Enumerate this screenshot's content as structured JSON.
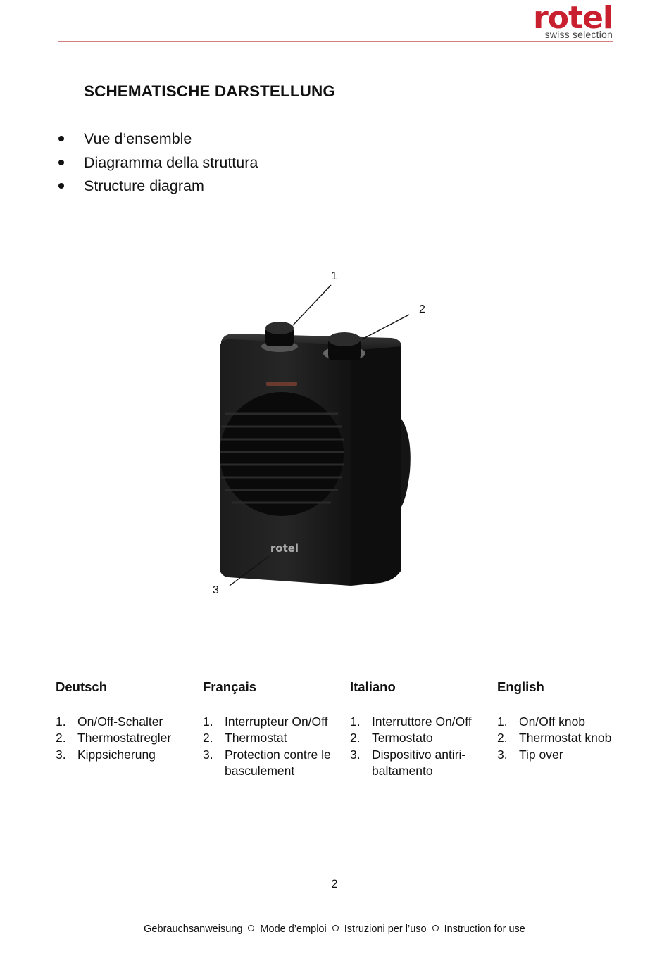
{
  "header": {
    "logo_word": "rotel",
    "logo_tagline": "swiss selection",
    "brand_color": "#c8202f"
  },
  "heading": "SCHEMATISCHE DARSTELLUNG",
  "bullets": [
    "Vue d’ensemble",
    "Diagramma della struttura",
    "Structure diagram"
  ],
  "diagram": {
    "callouts": [
      "1",
      "2",
      "3"
    ],
    "device_logo": "rotel"
  },
  "languages": [
    {
      "title": "Deutsch",
      "items": [
        {
          "n": "1.",
          "t": "On/Off-Schalter"
        },
        {
          "n": "2.",
          "t": "Thermostatregler"
        },
        {
          "n": "3.",
          "t": "Kippsicherung"
        }
      ]
    },
    {
      "title": "Français",
      "items": [
        {
          "n": "1.",
          "t": "Interrupteur On/Off"
        },
        {
          "n": "2.",
          "t": "Thermostat"
        },
        {
          "n": "3.",
          "t": "Protection contre le basculement"
        }
      ]
    },
    {
      "title": "Italiano",
      "items": [
        {
          "n": "1.",
          "t": "Interruttore On/Off"
        },
        {
          "n": "2.",
          "t": "Termostato"
        },
        {
          "n": "3.",
          "t": "Dispositivo antiri-baltamento"
        }
      ]
    },
    {
      "title": "English",
      "items": [
        {
          "n": "1.",
          "t": "On/Off knob"
        },
        {
          "n": "2.",
          "t": "Thermostat knob"
        },
        {
          "n": "3.",
          "t": "Tip over"
        }
      ]
    }
  ],
  "page_number": "2",
  "footer": [
    "Gebrauchsanweisung",
    "Mode d’emploi",
    "Istruzioni per l’uso",
    "Instruction for use"
  ]
}
